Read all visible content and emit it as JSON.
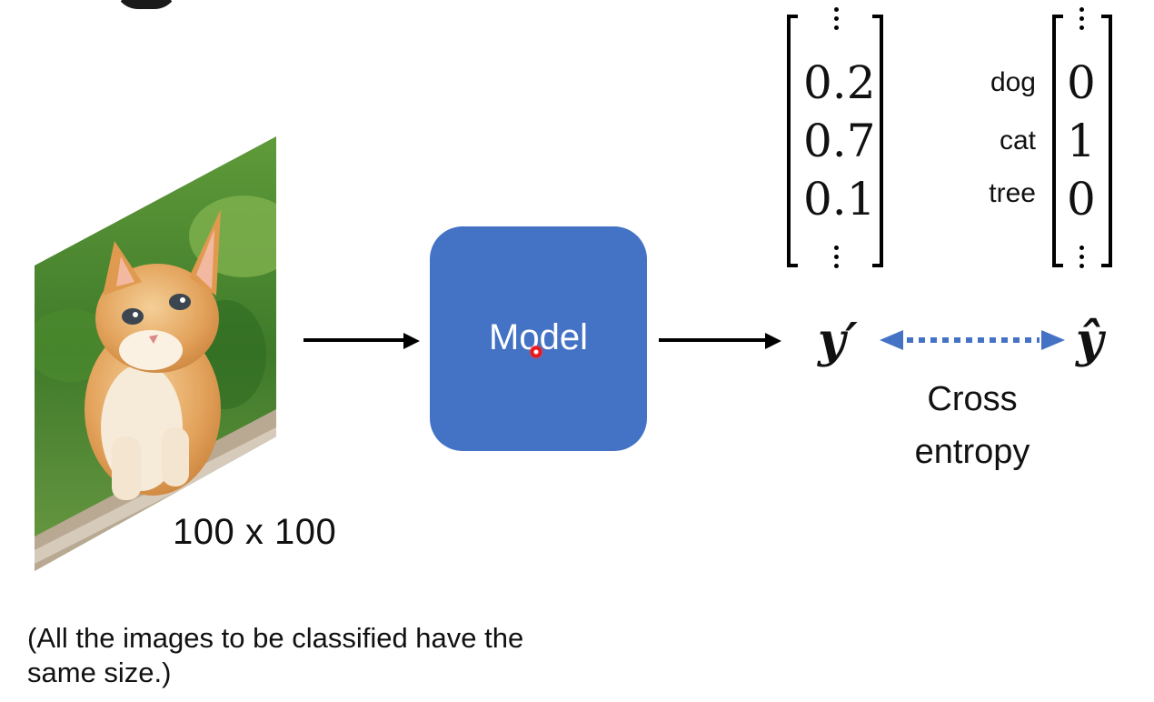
{
  "image": {
    "size_label": "100 x 100"
  },
  "model": {
    "label": "Model"
  },
  "prediction": {
    "symbol": "y′",
    "values": [
      "0.2",
      "0.7",
      "0.1"
    ]
  },
  "ground_truth": {
    "symbol": "ŷ",
    "classes": [
      "dog",
      "cat",
      "tree"
    ],
    "values": [
      "0",
      "1",
      "0"
    ]
  },
  "loss": {
    "line1": "Cross",
    "line2": "entropy"
  },
  "note": {
    "line1": "(All the images to be classified have the",
    "line2": "same size.)"
  },
  "colors": {
    "model_box": "#4472c4",
    "loss_arrow": "#4472c4"
  }
}
